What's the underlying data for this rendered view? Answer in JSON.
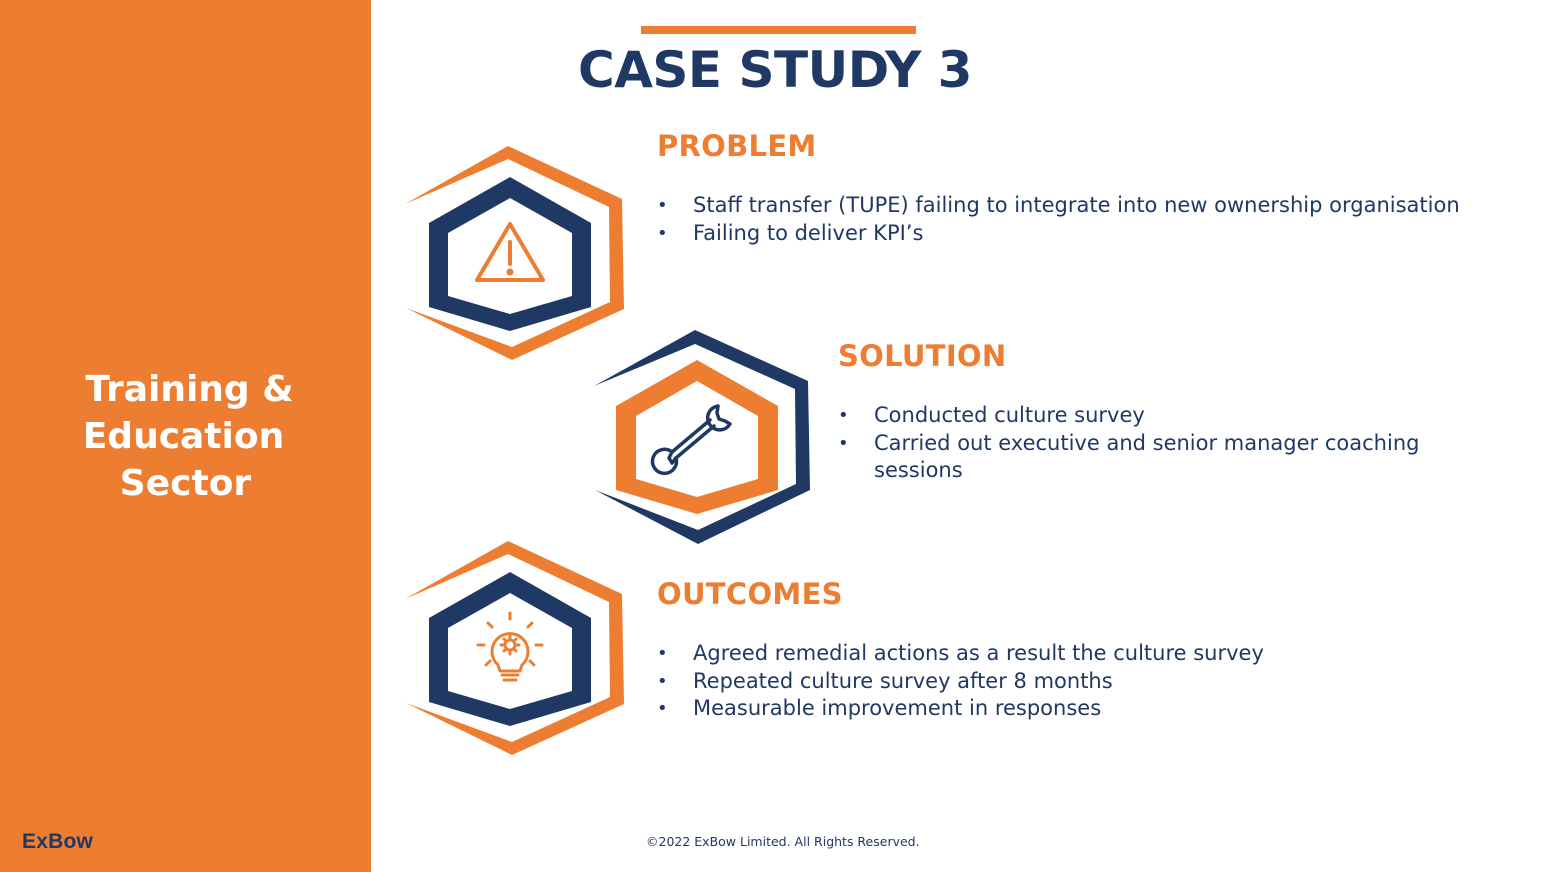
{
  "sidebar": {
    "title_lines": [
      "Training &",
      "Education",
      "Sector"
    ],
    "logo": "ExBow"
  },
  "page_title": "CASE STUDY 3",
  "sections": [
    {
      "heading": "PROBLEM",
      "icon": "warning-icon",
      "bullets": [
        "Staff transfer (TUPE) failing to integrate into new ownership organisation",
        "Failing to deliver KPI’s"
      ]
    },
    {
      "heading": "SOLUTION",
      "icon": "wrench-icon",
      "bullets": [
        "Conducted culture survey",
        "Carried out executive and senior manager coaching sessions"
      ]
    },
    {
      "heading": "OUTCOMES",
      "icon": "lightbulb-gear-icon",
      "bullets": [
        "Agreed remedial actions as a result the culture survey",
        "Repeated culture survey after 8 months",
        "Measurable improvement in responses"
      ]
    }
  ],
  "footer": "©2022 ExBow Limited. All Rights Reserved.",
  "colors": {
    "accent_orange": "#ED7D31",
    "navy": "#203864",
    "background": "#FFFFFF"
  }
}
